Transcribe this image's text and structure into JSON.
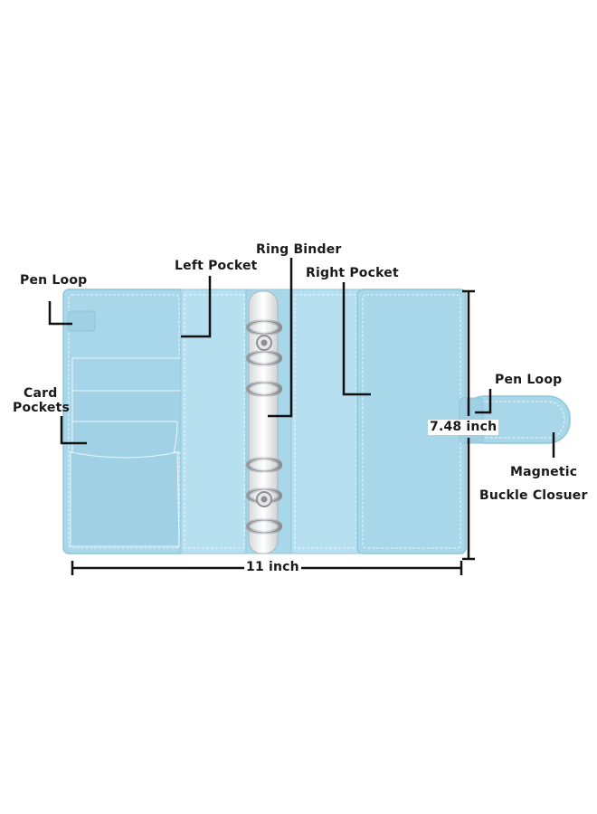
{
  "colors": {
    "cover": "#a9d7ea",
    "cover_edge": "#8ec6dd",
    "panel": "#b6dff0",
    "stitch": "#e9f6fb",
    "ring_metal": "#c9ccd0",
    "lines": "#111111"
  },
  "labels": {
    "pen_loop_left": "Pen Loop",
    "left_pocket": "Left Pocket",
    "ring_binder": "Ring Binder",
    "right_pocket": "Right Pocket",
    "card_pockets_line1": "Card",
    "card_pockets_line2": "Pockets",
    "pen_loop_right": "Pen Loop",
    "height": "7.48 inch",
    "magnetic": "Magnetic",
    "buckle": "Buckle Closuer",
    "width": "11 inch"
  },
  "icons": {
    "rings": "ring-binder-rings",
    "snap": "magnetic-snap-icon"
  }
}
